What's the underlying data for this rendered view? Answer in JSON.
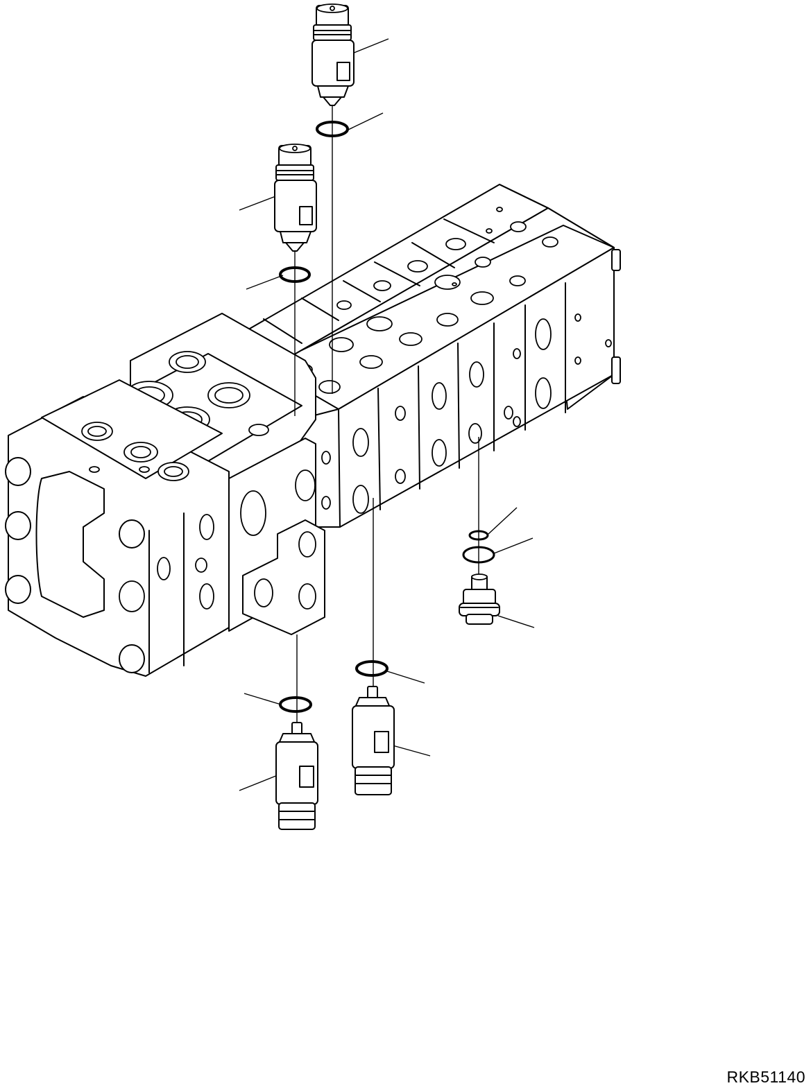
{
  "drawing": {
    "code": "RKB51140"
  },
  "parts": [
    {
      "name": "valve-assembly"
    },
    {
      "name": "relief-valve-top"
    },
    {
      "name": "o-ring-top"
    },
    {
      "name": "relief-valve-upper-left"
    },
    {
      "name": "o-ring-upper-left"
    },
    {
      "name": "o-ring-small-right"
    },
    {
      "name": "o-ring-large-right"
    },
    {
      "name": "plug-right"
    },
    {
      "name": "o-ring-lower-center"
    },
    {
      "name": "relief-valve-lower-center"
    },
    {
      "name": "o-ring-lower-left"
    },
    {
      "name": "relief-valve-lower-left"
    }
  ]
}
